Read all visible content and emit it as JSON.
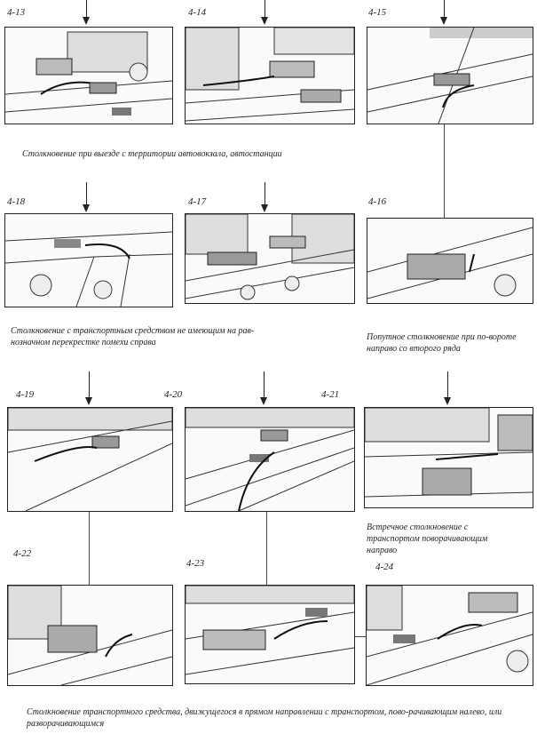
{
  "figures": [
    {
      "id": "4-13"
    },
    {
      "id": "4-14"
    },
    {
      "id": "4-15"
    },
    {
      "id": "4-18"
    },
    {
      "id": "4-17"
    },
    {
      "id": "4-16"
    },
    {
      "id": "4-19"
    },
    {
      "id": "4-20"
    },
    {
      "id": "4-21"
    },
    {
      "id": "4-22"
    },
    {
      "id": "4-23"
    },
    {
      "id": "4-24"
    }
  ],
  "captions": {
    "bus_station": "Столкновение при выезде с территории автовокзала, автостанции",
    "no_right_priority": "Столкновение с транспортным средством не имеющим на рав-нозначном перекрестке помехи справа",
    "right_turn_second_lane": "Попутное столкновение при по-вороте направо со второго ряда",
    "oncoming_right_turn": "Встречное столкновение с транспортом поворачивающим направо",
    "straight_vs_left_turn": "Столкновение транспортного средства, движущегося в прямом направлении с транспортом, пово-рачивающим налево, или разворачивающимся"
  }
}
